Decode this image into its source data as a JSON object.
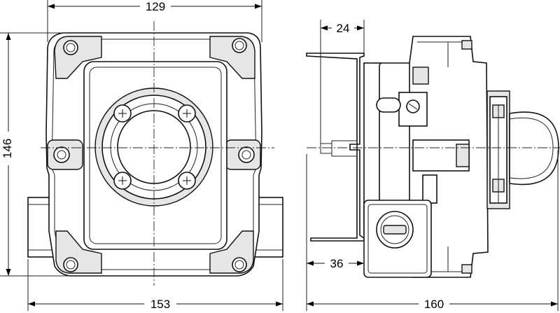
{
  "dimensions": {
    "front_top_width": "129",
    "front_bottom_width": "153",
    "front_height": "146",
    "side_bracket_width": "24",
    "side_bracket_depth": "36",
    "side_total_depth": "160"
  },
  "colors": {
    "line": "#111111",
    "fill": "#ffffff",
    "shade": "#e6e6e6"
  }
}
